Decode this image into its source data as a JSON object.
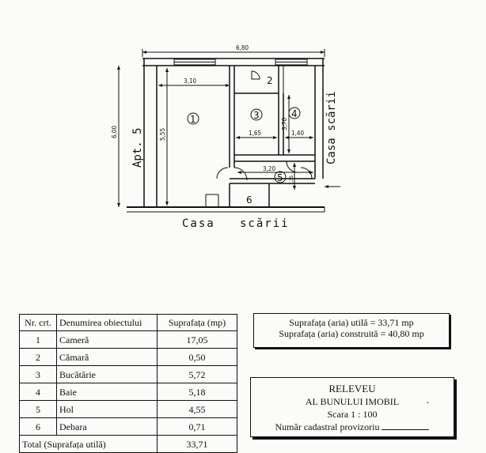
{
  "plan": {
    "dims": {
      "overall_width": "6,80",
      "room1_width": "3,10",
      "overall_height": "6,00",
      "room1_height": "5,55",
      "room3_width": "1,65",
      "room4_width": "1,40",
      "room4_height": "3,70",
      "hall_width": "3,20",
      "hall_height": "1,35"
    },
    "rooms": [
      "1",
      "2",
      "3",
      "4",
      "5",
      "6"
    ],
    "labels": {
      "apt": "Apt. 5",
      "stair_right": "Casa scării",
      "stair_bottom": "Casa   scării"
    }
  },
  "table": {
    "headers": [
      "Nr. crt.",
      "Denumirea obiectului",
      "Suprafața (mp)"
    ],
    "rows": [
      {
        "nr": "1",
        "name": "Cameră",
        "area": "17,05"
      },
      {
        "nr": "2",
        "name": "Cămară",
        "area": "0,50"
      },
      {
        "nr": "3",
        "name": "Bucătărie",
        "area": "5,72"
      },
      {
        "nr": "4",
        "name": "Baie",
        "area": "5,18"
      },
      {
        "nr": "5",
        "name": "Hol",
        "area": "4,55"
      },
      {
        "nr": "6",
        "name": "Debara",
        "area": "0,71"
      }
    ],
    "total_label": "Total (Suprafața utilă)",
    "total_value": "33,71"
  },
  "summary": {
    "useful": "Suprafața (aria) utilă = 33,71 mp",
    "built": "Suprafața (aria) construită = 40,80 mp"
  },
  "relevu": {
    "line1": "RELEVEU",
    "line2": "AL BUNULUI IMOBIL",
    "line3": "Scara 1 : 100",
    "line4": "Număr cadastral provizoriu"
  }
}
